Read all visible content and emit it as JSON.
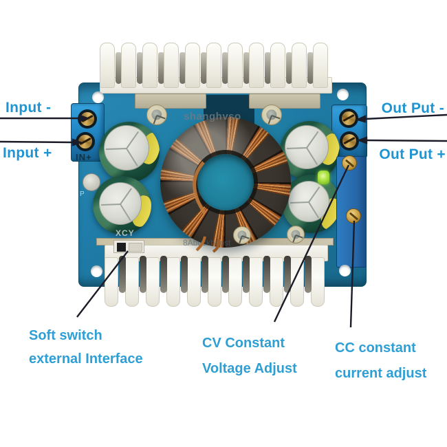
{
  "annotations": {
    "input_minus": "Input -",
    "input_plus": "Input +",
    "output_minus": "Out Put -",
    "output_plus": "Out Put +",
    "soft_switch_line1": "Soft switch",
    "soft_switch_line2": "external Interface",
    "cv_line1": "CV Constant",
    "cv_line2": "Voltage Adjust",
    "cc_line1": "CC constant",
    "cc_line2": "current adjust"
  },
  "board_text": {
    "watermark_top": "shanghvso",
    "watermark_bottom": "8Abuckboost",
    "input_terminal_marking": "IN+",
    "corner_marking": "XCY",
    "small_marking": "P"
  },
  "colors": {
    "label_blue": "#1f94d2",
    "label_blue_light": "#2e9fd5",
    "leader_line": "#1c1c28",
    "pcb_blue": "#1f7ca8",
    "terminal_block_blue": "#2288c6",
    "heatsink_silver": "#efeee8",
    "capacitor_green": "#1e5743",
    "capacitor_top_silver": "#d8dad2",
    "capacitor_sleeve_yellow": "#e0d34a",
    "copper_winding": "#c47838",
    "toroid_core_dark": "#3a352e",
    "led_green": "#a8e23e",
    "trimmer_blue": "#2e7cc0",
    "screw_brass": "#c89c40"
  }
}
